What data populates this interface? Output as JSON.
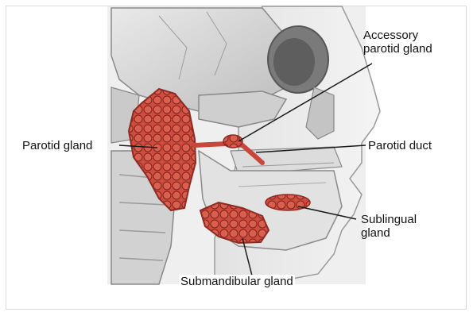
{
  "labels": {
    "accessory_parotid_gland": "Accessory\nparotid gland",
    "parotid_gland": "Parotid gland",
    "parotid_duct": "Parotid duct",
    "sublingual_gland": "Sublingual\ngland",
    "submandibular_gland": "Submandibular gland"
  },
  "colors": {
    "gland": "#c8473a",
    "gland_dark": "#8e2a22",
    "bone": "#d6d6d6",
    "line": "#1a1a1a"
  }
}
